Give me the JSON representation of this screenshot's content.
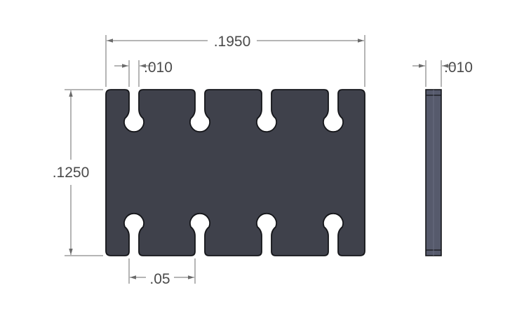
{
  "drawing": {
    "colors": {
      "part_fill": "#3f414b",
      "part_edge": "#15161a",
      "side_fill": "#565a6c",
      "dimension_line": "#6b6b6b",
      "dimension_text": "#4a4a4a"
    },
    "dimensions": {
      "overall_width": ".1950",
      "overall_height": ".1250",
      "slot_width": ".010",
      "slot_pitch": ".05",
      "thickness": ".010"
    }
  }
}
